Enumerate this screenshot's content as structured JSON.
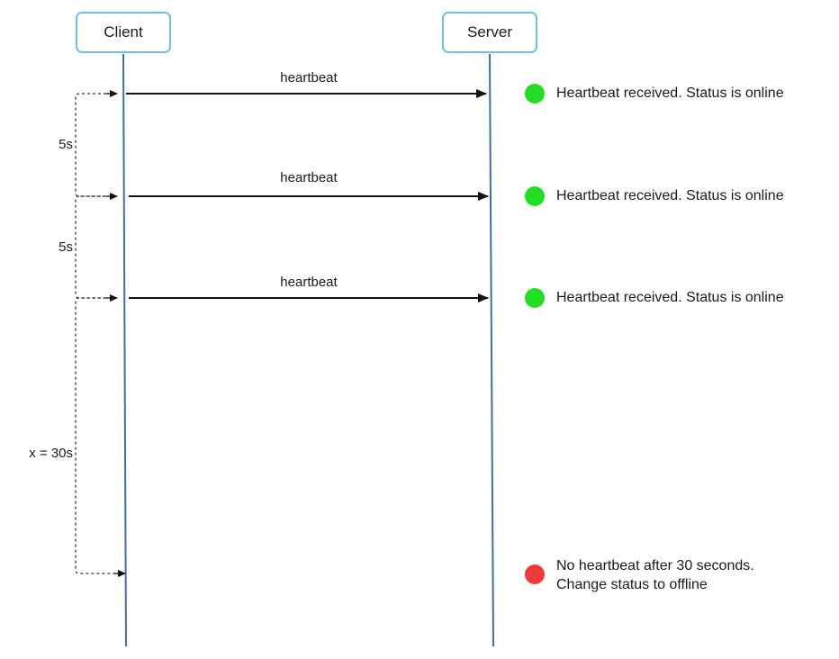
{
  "participants": {
    "client": "Client",
    "server": "Server"
  },
  "messages": [
    {
      "label": "heartbeat",
      "status": "Heartbeat received. Status is online",
      "status_color": "#22dd22"
    },
    {
      "label": "heartbeat",
      "status": "Heartbeat received. Status is online",
      "status_color": "#22dd22"
    },
    {
      "label": "heartbeat",
      "status": "Heartbeat received. Status is online",
      "status_color": "#22dd22"
    }
  ],
  "timeout": {
    "line1": "No heartbeat after 30 seconds.",
    "line2": "Change status to offline",
    "status_color": "#f03a3a"
  },
  "intervals": [
    "5s",
    "5s",
    "x = 30s"
  ],
  "colors": {
    "lifeline": "#3d6fa8",
    "actor_border": "#6cc3dc",
    "arrow": "#111111"
  }
}
